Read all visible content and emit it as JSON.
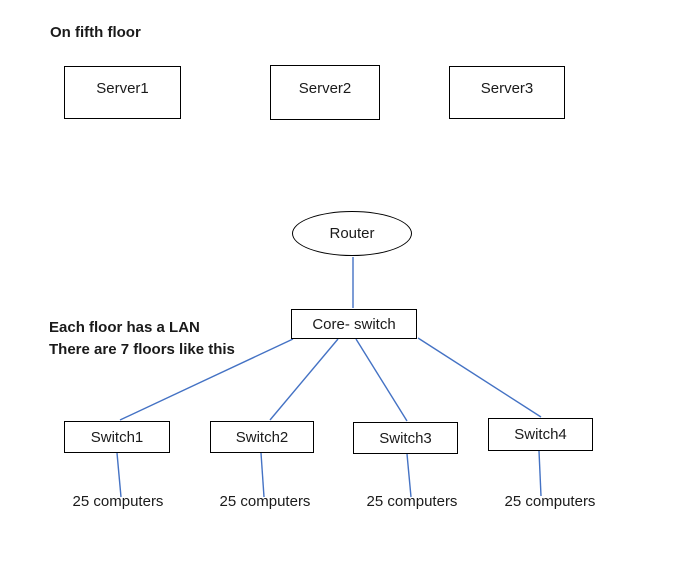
{
  "annotations": {
    "title": "On fifth floor",
    "note_line1": "Each floor has a LAN",
    "note_line2": "There are 7 floors like this"
  },
  "colors": {
    "connector_blue": "#4472C4",
    "shape_border": "#000000",
    "background": "#ffffff"
  },
  "nodes": {
    "servers": [
      {
        "label": "Server1",
        "shape": "rectangle"
      },
      {
        "label": "Server2",
        "shape": "rectangle"
      },
      {
        "label": "Server3",
        "shape": "rectangle"
      }
    ],
    "router": {
      "label": "Router",
      "shape": "ellipse"
    },
    "core_switch": {
      "label": "Core- switch",
      "shape": "rectangle"
    },
    "switches": [
      {
        "label": "Switch1",
        "shape": "rectangle"
      },
      {
        "label": "Switch2",
        "shape": "rectangle"
      },
      {
        "label": "Switch3",
        "shape": "rectangle"
      },
      {
        "label": "Switch4",
        "shape": "rectangle"
      }
    ],
    "computer_groups": [
      {
        "label": "25 computers"
      },
      {
        "label": "25 computers"
      },
      {
        "label": "25 computers"
      },
      {
        "label": "25 computers"
      }
    ]
  },
  "connections": [
    {
      "from": "Router",
      "to": "Core- switch"
    },
    {
      "from": "Core- switch",
      "to": "Switch1"
    },
    {
      "from": "Core- switch",
      "to": "Switch2"
    },
    {
      "from": "Core- switch",
      "to": "Switch3"
    },
    {
      "from": "Core- switch",
      "to": "Switch4"
    },
    {
      "from": "Switch1",
      "to": "25 computers"
    },
    {
      "from": "Switch2",
      "to": "25 computers"
    },
    {
      "from": "Switch3",
      "to": "25 computers"
    },
    {
      "from": "Switch4",
      "to": "25 computers"
    }
  ]
}
